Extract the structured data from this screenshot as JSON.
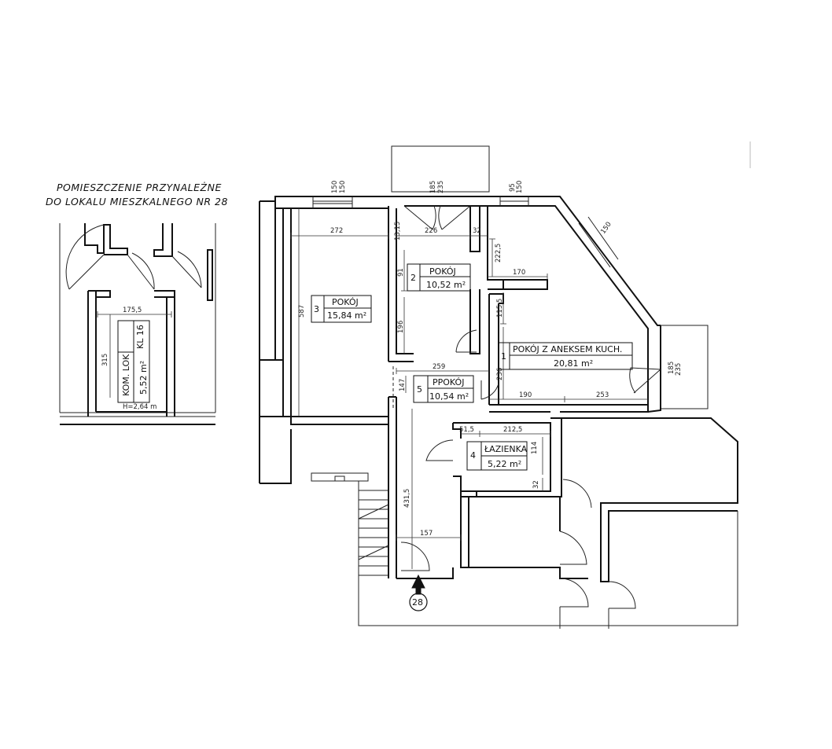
{
  "annex": {
    "title_line1": "POMIESZCZENIE PRZYNALEŻNE",
    "title_line2": "DO LOKALU MIESZKALNEGO NR 28",
    "room_name": "KOM. LOK",
    "room_code": "KL 16",
    "room_area": "5,52 m²",
    "height": "H=2,64 m",
    "dim_width": "175,5",
    "dim_height": "315"
  },
  "rooms": [
    {
      "num": "1",
      "name": "POKÓJ Z ANEKSEM KUCH.",
      "area": "20,81 m²"
    },
    {
      "num": "2",
      "name": "POKÓJ",
      "area": "10,52 m²"
    },
    {
      "num": "3",
      "name": "POKÓJ",
      "area": "15,84 m²"
    },
    {
      "num": "4",
      "name": "ŁAZIENKA",
      "area": "5,22 m²"
    },
    {
      "num": "5",
      "name": "PPOKÓJ",
      "area": "10,54 m²"
    }
  ],
  "dims": {
    "d272": "272",
    "d226": "226",
    "d32a": "32",
    "d1315": "13,15",
    "d2225": "222,5",
    "d170": "170",
    "d1155": "115,5",
    "d91": "91",
    "d587": "587",
    "d196": "196",
    "d259": "259",
    "d147": "147",
    "d190": "190",
    "d253": "253",
    "d236": "236",
    "d515": "51,5",
    "d2125": "212,5",
    "d114": "114",
    "d32b": "32",
    "d4315": "431,5",
    "d157": "157",
    "w150a": "150",
    "w150b": "150",
    "w185a": "185",
    "w235a": "235",
    "w95": "95",
    "w150c": "150",
    "w150d": "150",
    "w185b": "185",
    "w235b": "235"
  },
  "entrance": {
    "number": "28"
  }
}
